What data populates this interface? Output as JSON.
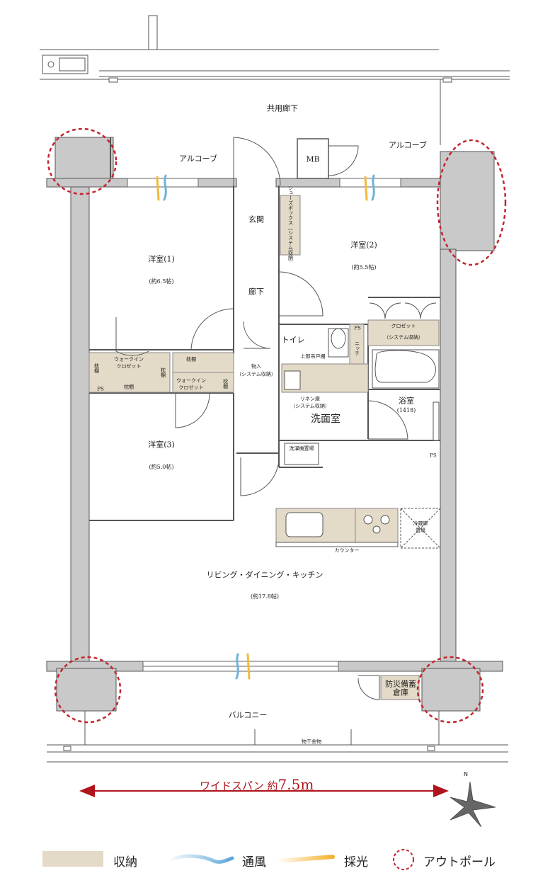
{
  "labels": {
    "corridor": "共用廊下",
    "alcove_left": "アルコーブ",
    "alcove_right": "アルコーブ",
    "mb": "MB",
    "entrance": "玄関",
    "shoe_box": "シューズボックス（システム収納）",
    "room1_name": "洋室(1)",
    "room1_size": "(約6.5帖)",
    "room2_name": "洋室(2)",
    "room2_size": "(約5.5帖)",
    "hallway": "廊下",
    "ps": "PS",
    "closet": "クロゼット",
    "closet_sub": "（システム収納）",
    "toilet": "トイレ",
    "niche": "ニッチ",
    "upper_cabinet": "上部吊戸棚",
    "storage": "物入",
    "storage_sub": "（システム収納）",
    "walkin_closet": "ウォークイン",
    "walkin_closet_2": "クロゼット",
    "makura": "枕棚",
    "linen": "リネン庫",
    "linen_sub": "（システム収納）",
    "bath": "浴室",
    "bath_size": "(1418)",
    "washroom": "洗面室",
    "washer": "洗濯機置場",
    "room3_name": "洋室(3)",
    "room3_size": "(約5.0帖)",
    "fridge_1": "冷蔵庫",
    "fridge_2": "置場",
    "counter": "カウンター",
    "ldk_name": "リビング・ダイニング・キッチン",
    "ldk_size": "(約17.8帖)",
    "disaster_1": "防災備蓄",
    "disaster_2": "倉庫",
    "balcony": "バルコニー",
    "drying": "物干金物",
    "compass_n": "N"
  },
  "wide_span": {
    "prefix": "ワイドスパン 約",
    "value": "7.5m"
  },
  "legend": {
    "storage": "収納",
    "ventilation": "通風",
    "daylight": "採光",
    "outpole": "アウトポール"
  },
  "colors": {
    "storage_fill": "#e3dac7",
    "wall_fill": "#c9c9c9",
    "outpole_red": "#c2262e",
    "arrow_red": "#b0141c",
    "wind_blue": "#6fb2dc",
    "light_yellow": "#f3bb3c"
  }
}
